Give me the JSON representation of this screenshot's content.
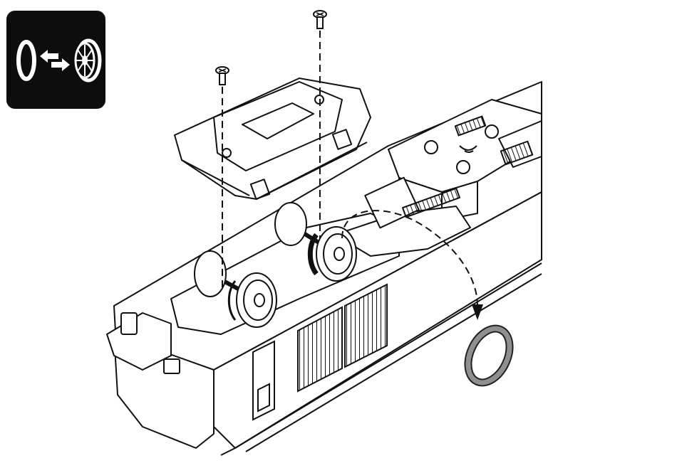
{
  "page": {
    "background": "#ffffff",
    "line_color": "#111111"
  },
  "badge": {
    "background": "#0d0d0d",
    "icons": [
      "traction-tire-icon",
      "swap-arrows-icon",
      "wheel-icon"
    ]
  },
  "parts": {
    "screws": [
      "screw-icon",
      "screw-icon"
    ],
    "bogie": "bogie-frame",
    "wheelsets": [
      "wheelset-front",
      "wheelset-rear"
    ],
    "traction_tire": "traction-tire-ring",
    "colors": {
      "tire_fill": "#8f8f8f",
      "tire_stroke": "#222222"
    }
  }
}
